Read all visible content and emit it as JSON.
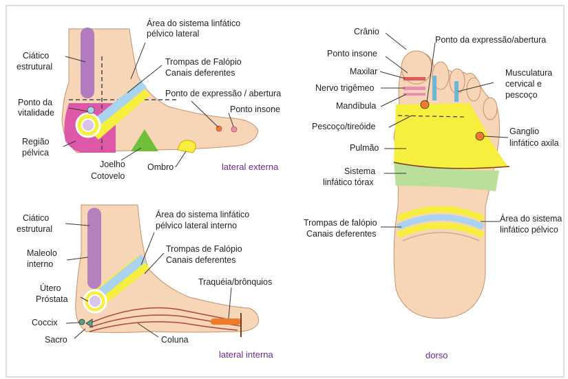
{
  "colors": {
    "skin": "#f7d6b8",
    "skin_stroke": "#c98e6a",
    "pink": "#d94aa6",
    "purple": "#a66ac0",
    "blue": "#a9d3ef",
    "yellow": "#f7ef3d",
    "green": "#6fbf3a",
    "light_green": "#b9df9a",
    "orange": "#ee7b2a",
    "red": "#e0553a",
    "caption": "#6a2b91"
  },
  "lateral_externa": {
    "caption": "lateral externa",
    "labels": {
      "ciatico_1": "Ciático",
      "ciatico_2": "estrutural",
      "area_1": "Área do sistema linfático",
      "area_2": "pélvico lateral",
      "trompas_1": "Trompas de Falópio",
      "trompas_2": "Canais deferentes",
      "ponto_vit_1": "Ponto da",
      "ponto_vit_2": "vitalidade",
      "ponto_expr": "Ponto de expressão / abertura",
      "ponto_insone": "Ponto insone",
      "regiao_1": "Região",
      "regiao_2": "pélvica",
      "joelho": "Joelho",
      "cotovelo": "Cotovelo",
      "ombro": "Ombro"
    }
  },
  "lateral_interna": {
    "caption": "lateral interna",
    "labels": {
      "ciatico_1": "Ciático",
      "ciatico_2": "estrutural",
      "area_1": "Área do sistema linfático",
      "area_2": "pélvico lateral interno",
      "maleolo_1": "Maleolo",
      "maleolo_2": "interno",
      "trompas_1": "Trompas de Falópio",
      "trompas_2": "Canais deferentes",
      "utero": "Útero",
      "prostata": "Próstata",
      "traqueia": "Traquéia/brônquios",
      "coccix": "Coccix",
      "sacro": "Sacro",
      "coluna": "Coluna"
    }
  },
  "dorso": {
    "caption": "dorso",
    "labels": {
      "cranio": "Crânio",
      "ponto_expr": "Ponto da expressão/abertura",
      "ponto_insone": "Ponto insone",
      "maxilar": "Maxilar",
      "musc_1": "Musculatura",
      "musc_2": "cervical e",
      "musc_3": "pescoço",
      "nervo": "Nervo trigêmeo",
      "mandibula": "Mandíbula",
      "pescoco": "Pescoço/tireóide",
      "ganglio_1": "Ganglio",
      "ganglio_2": "linfático axila",
      "pulmao": "Pulmão",
      "sistema_1": "Sistema",
      "sistema_2": "linfático tórax",
      "trompas_1": "Trompas de falópio",
      "trompas_2": "Canais deferentes",
      "area_1": "Área do sistema",
      "area_2": "linfático pélvico"
    }
  }
}
